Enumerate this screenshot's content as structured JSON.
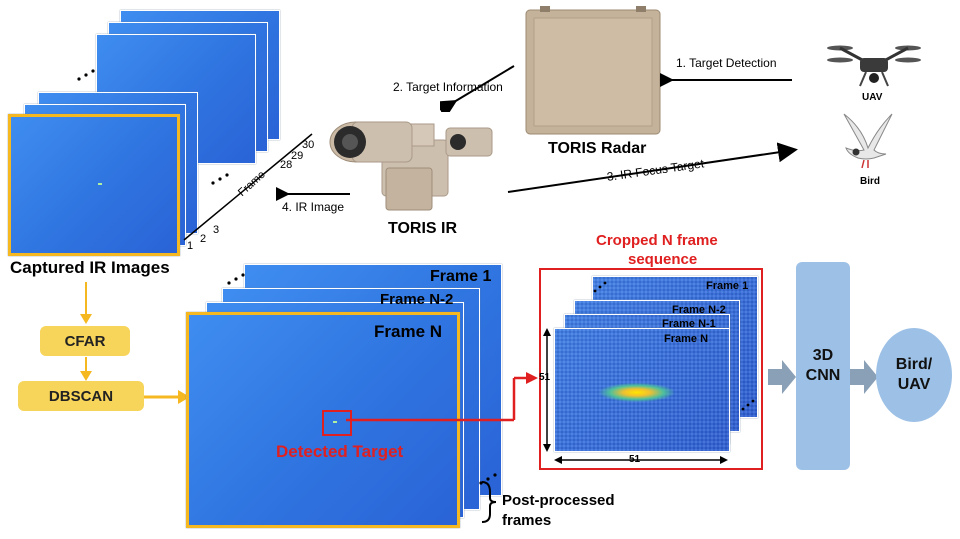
{
  "top": {
    "frame_numbers": [
      "1",
      "2",
      "3",
      "28",
      "29",
      "30"
    ],
    "frame_axis_label": "Frame",
    "captured_label": "Captured IR Images",
    "radar_label": "TORIS Radar",
    "ir_label": "TORIS IR",
    "uav_label": "UAV",
    "bird_label": "Bird",
    "arrows": {
      "target_detection": "1. Target Detection",
      "target_information": "2. Target Information",
      "ir_focus_target": "3. IR Focus Target",
      "ir_image": "4. IR Image"
    }
  },
  "pipeline": {
    "cfar": "CFAR",
    "dbscan": "DBSCAN"
  },
  "processed": {
    "frame_1": "Frame 1",
    "frame_n2": "Frame N-2",
    "frame_n": "Frame N",
    "detected_target": "Detected Target",
    "post_processed": "Post-processed",
    "frames": "frames"
  },
  "cropped": {
    "title_line1": "Cropped N frame",
    "title_line2": "sequence",
    "frame_1": "Frame 1",
    "frame_n2": "Frame N-2",
    "frame_n1": "Frame N-1",
    "frame_n": "Frame N",
    "size_v": "51",
    "size_h": "51"
  },
  "model": {
    "cnn_line1": "3D",
    "cnn_line2": "CNN",
    "out_line1": "Bird/",
    "out_line2": "UAV"
  },
  "colors": {
    "accent_yellow": "#f5b820",
    "highlight_red": "#e02020",
    "model_blue": "#9dc1e6",
    "ir_blue": "#2f74e0"
  }
}
